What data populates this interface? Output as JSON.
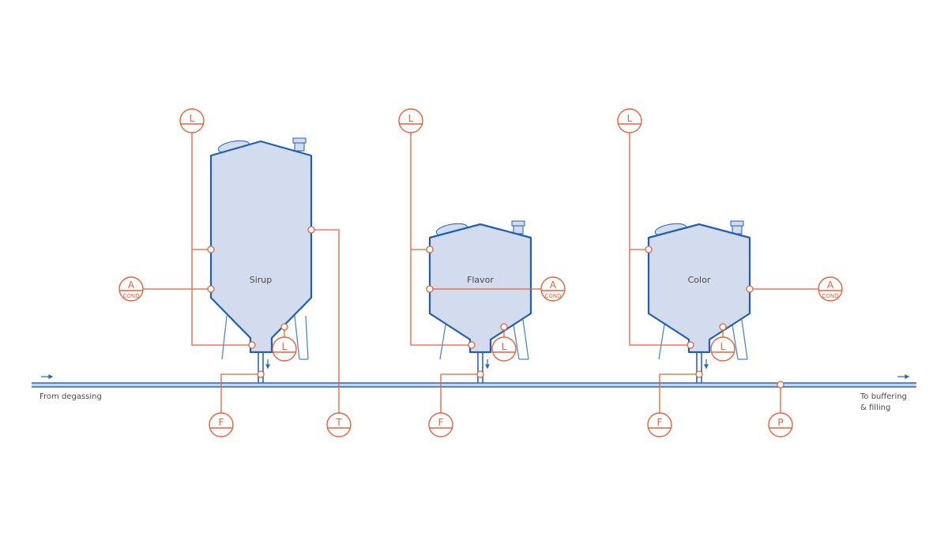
{
  "tanks": [
    {
      "name": "Sirup"
    },
    {
      "name": "Flavor"
    },
    {
      "name": "Color"
    }
  ],
  "line": {
    "inlet_label": "From degassing",
    "outlet_label_line1": "To buffering",
    "outlet_label_line2": "& filling"
  },
  "instruments": {
    "level": "L",
    "analyzer": "A",
    "analyzer_sub": "COND",
    "flow": "F",
    "temperature": "T",
    "pressure": "P"
  },
  "colors": {
    "vessel_stroke": "#1f5fb3",
    "vessel_fill": "#d3dbee",
    "instrument": "#e8623a"
  }
}
